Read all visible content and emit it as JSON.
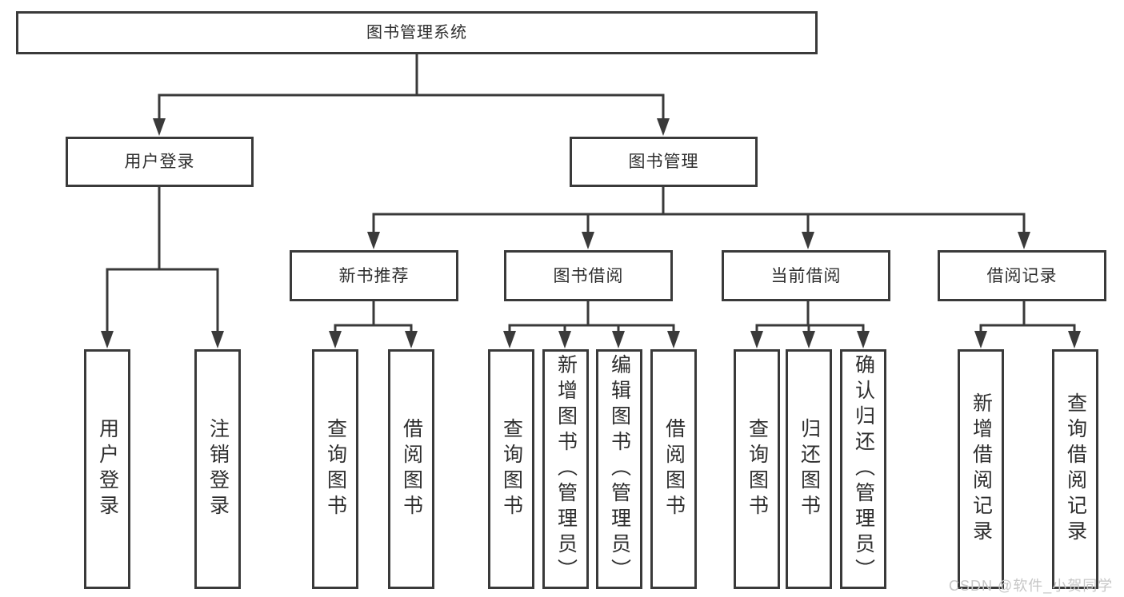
{
  "colors": {
    "line": "#3a3a3a",
    "box_border": "#3a3a3a",
    "text": "#2e2e2e",
    "background": "#ffffff",
    "watermark": "#c6c6c6"
  },
  "watermark": {
    "text": "CSDN @软件_小贺同学"
  },
  "tree": {
    "label": "图书管理系统",
    "children": [
      {
        "label": "用户登录",
        "children": [
          {
            "label": "用户登录"
          },
          {
            "label": "注销登录"
          }
        ]
      },
      {
        "label": "图书管理",
        "children": [
          {
            "label": "新书推荐",
            "children": [
              {
                "label": "查询图书"
              },
              {
                "label": "借阅图书"
              }
            ]
          },
          {
            "label": "图书借阅",
            "children": [
              {
                "label": "查询图书"
              },
              {
                "label": "新增图书（管理员）"
              },
              {
                "label": "编辑图书（管理员）"
              },
              {
                "label": "借阅图书"
              }
            ]
          },
          {
            "label": "当前借阅",
            "children": [
              {
                "label": "查询图书"
              },
              {
                "label": "归还图书"
              },
              {
                "label": "确认归还（管理员）"
              }
            ]
          },
          {
            "label": "借阅记录",
            "children": [
              {
                "label": "新增借阅记录"
              },
              {
                "label": "查询借阅记录"
              }
            ]
          }
        ]
      }
    ]
  }
}
